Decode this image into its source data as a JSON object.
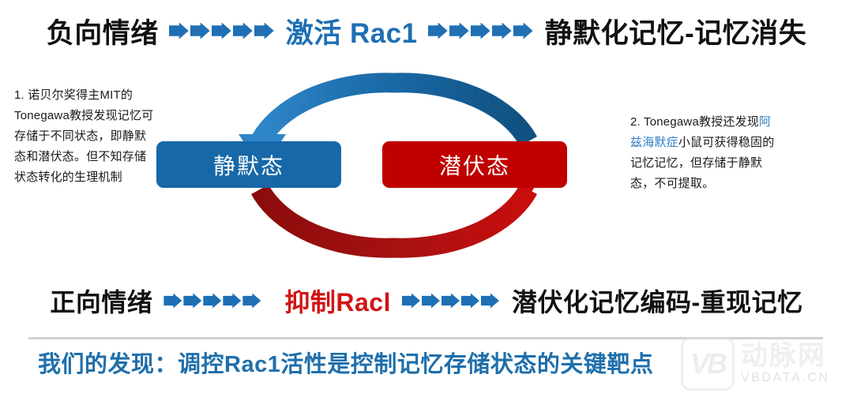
{
  "slide": {
    "title_flow_top": {
      "source_label": "负向情绪",
      "middle_label": "激活 Rac1",
      "target_label": "静默化记忆-记忆消失",
      "arrow_color": "#1F6FB5",
      "middle_color": "#1F6FB5"
    },
    "title_flow_bottom": {
      "source_label": "正向情绪",
      "middle_label": "抑制Racl",
      "target_label": "潜伏化记忆编码-重现记忆",
      "arrow_color": "#1F6FB5",
      "middle_color": "#D21414"
    },
    "notes": {
      "left": {
        "text": "1. 诺贝尔奖得主MIT的Tonegawa教授发现记忆可存储于不同状态，即静默态和潜伏态。但不知存储状态转化的生理机制"
      },
      "right": {
        "prefix": "2. Tonegawa教授还发现",
        "link": "阿兹海默症",
        "suffix": "小鼠可获得稳固的记忆记忆，但存储于静默态，不可提取。",
        "link_color": "#2E7FC4"
      }
    },
    "cycle": {
      "silent_state_label": "静默态",
      "latent_state_label": "潜伏态",
      "silent_color": "#1668A8",
      "latent_color": "#C00000",
      "top_arrow_color": "#1668A8",
      "bottom_arrow_color": "#B01010"
    },
    "footer": {
      "statement": "我们的发现：调控Rac1活性是控制记忆存储状态的关键靶点",
      "statement_color": "#1F6FAB"
    },
    "watermark": {
      "badge": "VB",
      "brand_cn": "动脉网",
      "brand_en": "VBDATA.CN"
    }
  },
  "icons": {
    "chevron_arrow": "chevron-right-arrow"
  }
}
